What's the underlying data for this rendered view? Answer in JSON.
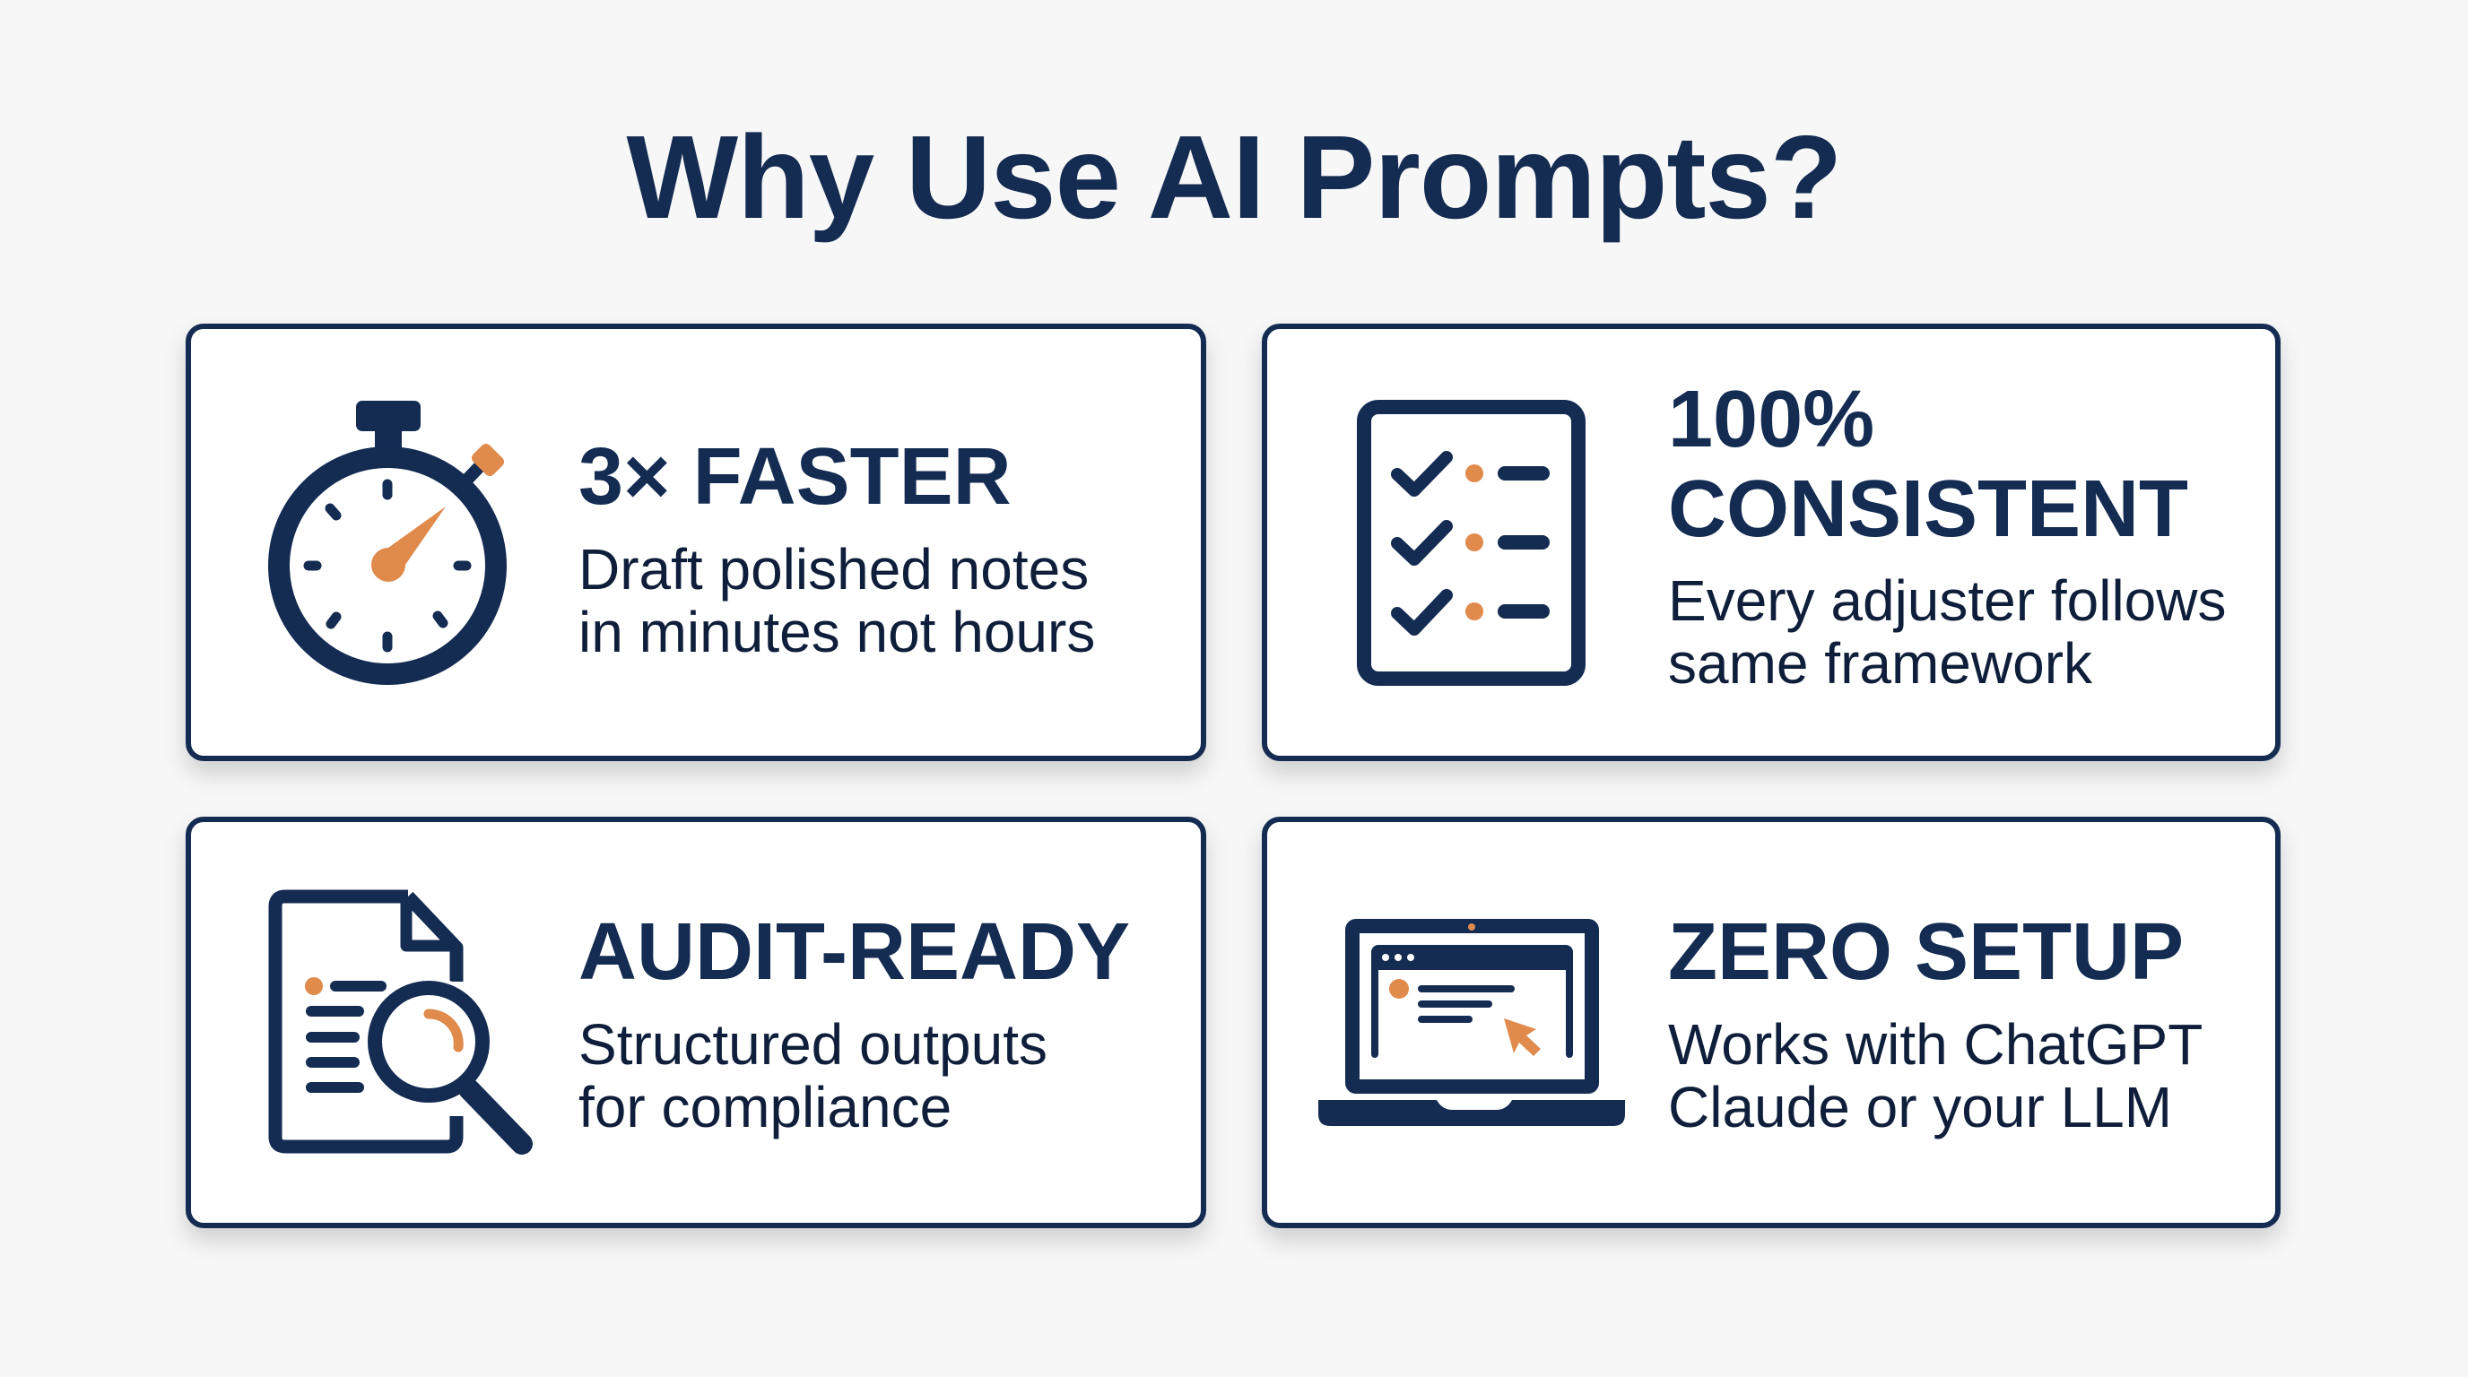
{
  "page": {
    "title": "Why Use AI Prompts?"
  },
  "colors": {
    "navy": "#142B52",
    "orange": "#E08A4C",
    "background": "#F7F7F7",
    "card": "#FFFFFF"
  },
  "cards": [
    {
      "icon": "stopwatch-icon",
      "heading_lines": [
        "3× FASTER"
      ],
      "body_lines": [
        "Draft polished notes",
        "in minutes not hours"
      ]
    },
    {
      "icon": "checklist-icon",
      "heading_lines": [
        "100%",
        "CONSISTENT"
      ],
      "body_lines": [
        "Every adjuster follows",
        "same framework"
      ]
    },
    {
      "icon": "document-search-icon",
      "heading_lines": [
        "AUDIT-READY"
      ],
      "body_lines": [
        "Structured outputs",
        "for compliance"
      ]
    },
    {
      "icon": "laptop-icon",
      "heading_lines": [
        "ZERO SETUP"
      ],
      "body_lines": [
        "Works with ChatGPT",
        "Claude or your LLM"
      ]
    }
  ]
}
